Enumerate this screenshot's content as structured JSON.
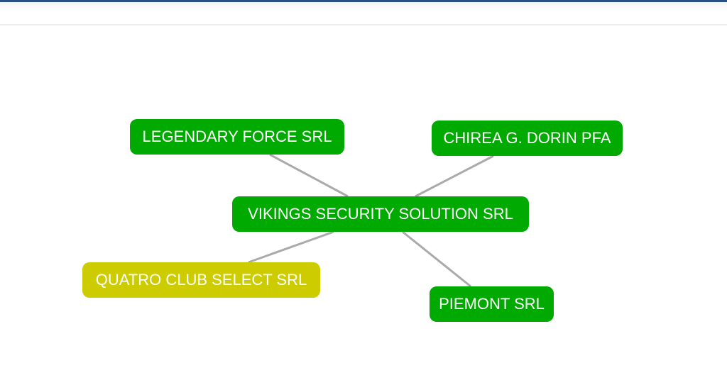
{
  "graph": {
    "center": {
      "label": "VIKINGS SECURITY SOLUTION SRL",
      "color": "#00aa00"
    },
    "nodes": [
      {
        "label": "LEGENDARY FORCE SRL",
        "color": "#00aa00"
      },
      {
        "label": "CHIREA G. DORIN PFA",
        "color": "#00aa00"
      },
      {
        "label": "QUATRO CLUB SELECT SRL",
        "color": "#cccc00"
      },
      {
        "label": "PIEMONT SRL",
        "color": "#00aa00"
      }
    ],
    "edge_color": "#aaaaaa"
  }
}
